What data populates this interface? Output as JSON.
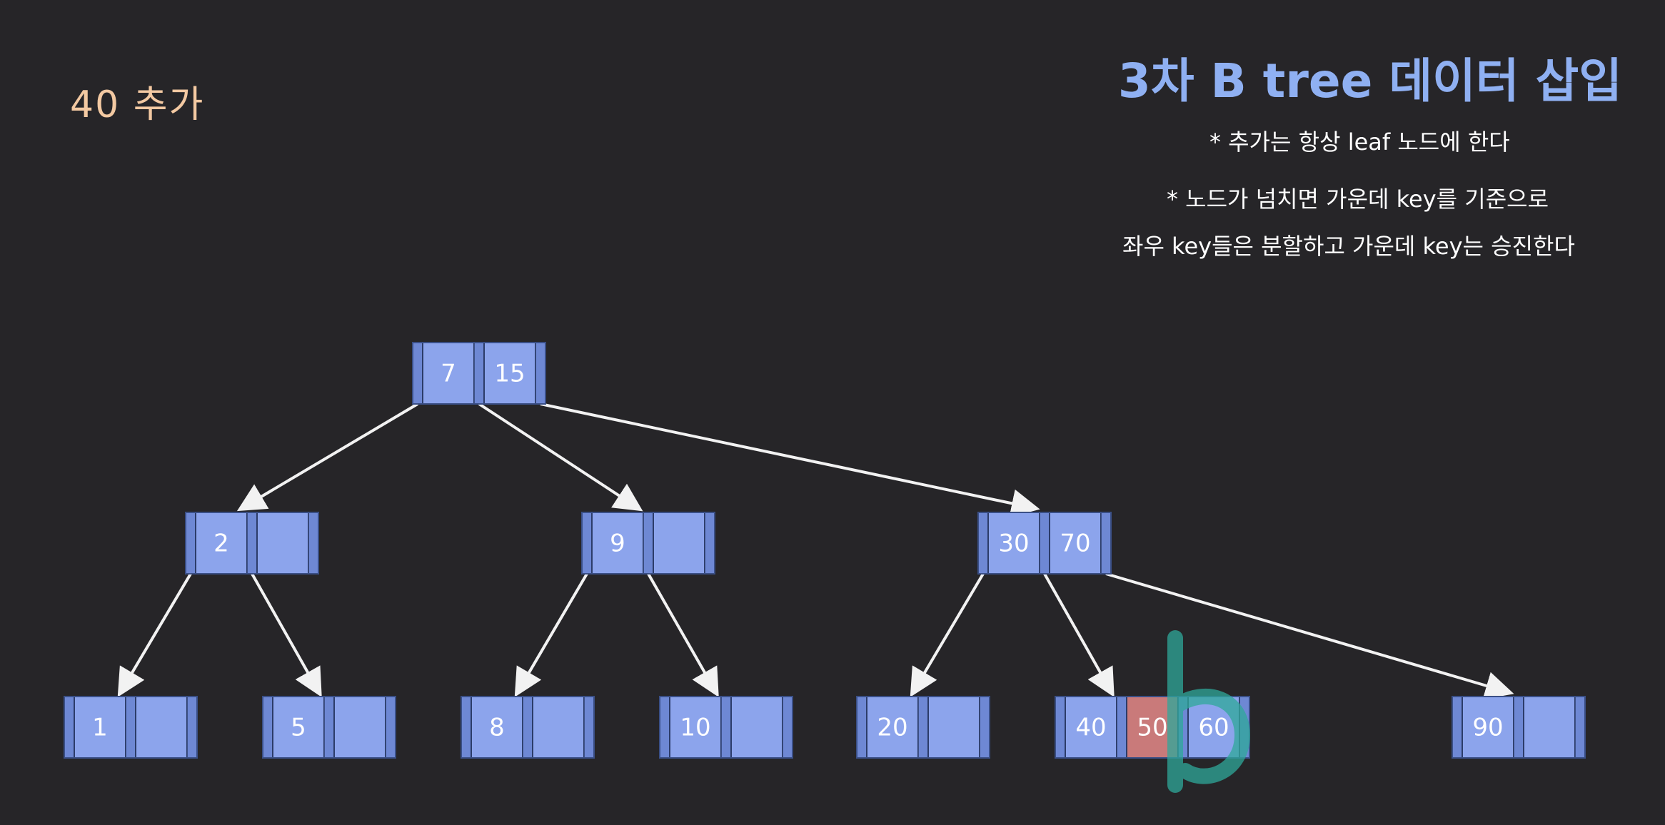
{
  "step_label": "40 추가",
  "title": "3차 B tree 데이터 삽입",
  "notes": [
    "* 추가는 항상 leaf 노드에 한다",
    "* 노드가 넘치면 가운데 key를 기준으로",
    "좌우 key들은 분할하고 가운데 key는 승진한다"
  ],
  "colors": {
    "background": "#262528",
    "node": "#8ca4ec",
    "node_dark": "#6e88d4",
    "highlight_key": "#c97a7a",
    "watermark": "#2fa89a",
    "step_label": "#f3c9a2",
    "title": "#8fb0f2"
  },
  "tree": {
    "root": {
      "keys": [
        "7",
        "15"
      ],
      "children": [
        "n2",
        "n9",
        "n30"
      ]
    },
    "n2": {
      "keys": [
        "2",
        ""
      ],
      "children": [
        "l1",
        "l5"
      ]
    },
    "n9": {
      "keys": [
        "9",
        ""
      ],
      "children": [
        "l8",
        "l10"
      ]
    },
    "n30": {
      "keys": [
        "30",
        "70"
      ],
      "children": [
        "l20",
        "l40",
        "l90"
      ]
    },
    "l1": {
      "keys": [
        "1",
        ""
      ]
    },
    "l5": {
      "keys": [
        "5",
        ""
      ]
    },
    "l8": {
      "keys": [
        "8",
        ""
      ]
    },
    "l10": {
      "keys": [
        "10",
        ""
      ]
    },
    "l20": {
      "keys": [
        "20",
        ""
      ]
    },
    "l40": {
      "keys": [
        "40",
        "50",
        "60"
      ],
      "highlight_index": 1
    },
    "l90": {
      "keys": [
        "90",
        ""
      ]
    }
  }
}
